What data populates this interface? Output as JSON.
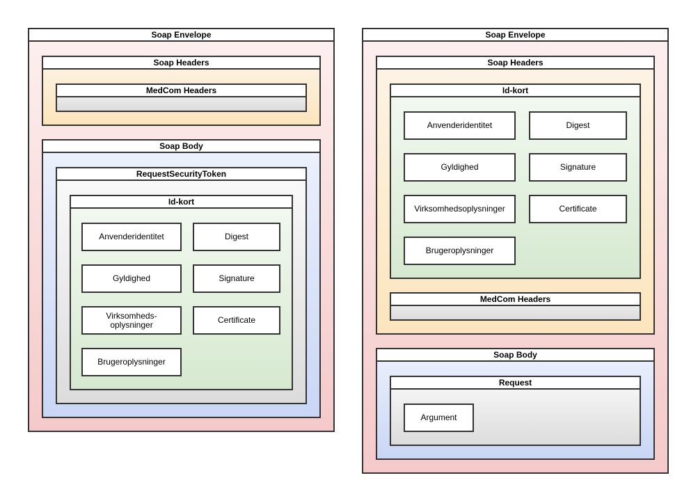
{
  "left": {
    "envelope": "Soap Envelope",
    "headers": "Soap Headers",
    "medcom": "MedCom Headers",
    "body": "Soap Body",
    "rst": "RequestSecurityToken",
    "idkort": "Id-kort",
    "items": {
      "anvender": "Anvenderidentitet",
      "digest": "Digest",
      "gyldighed": "Gyldighed",
      "signature": "Signature",
      "virk_line1": "Virksomheds-",
      "virk_line2": "oplysninger",
      "certificate": "Certificate",
      "bruger": "Brugeroplysninger"
    }
  },
  "right": {
    "envelope": "Soap Envelope",
    "headers": "Soap Headers",
    "idkort": "Id-kort",
    "items": {
      "anvender": "Anvenderidentitet",
      "digest": "Digest",
      "gyldighed": "Gyldighed",
      "signature": "Signature",
      "virk": "Virksomhedsoplysninger",
      "certificate": "Certificate",
      "bruger": "Brugeroplysninger"
    },
    "medcom": "MedCom Headers",
    "body": "Soap Body",
    "request": "Request",
    "argument": "Argument"
  }
}
